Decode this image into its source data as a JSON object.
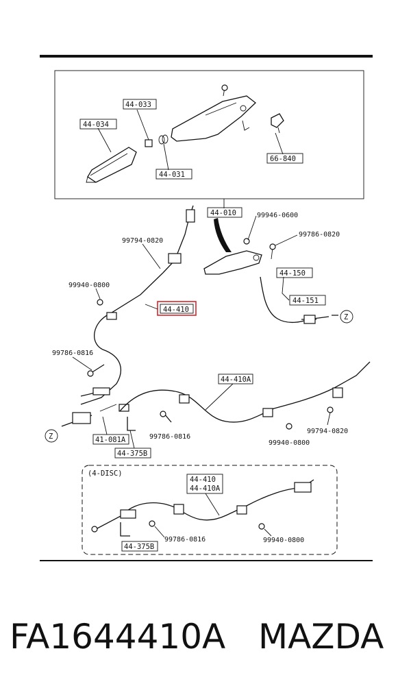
{
  "diagram": {
    "labels": {
      "p44_033": "44-033",
      "p44_034": "44-034",
      "p44_031": "44-031",
      "p66_840": "66-840",
      "p44_010": "44-010",
      "p99946_0600": "99946-0600",
      "p99786_0820": "99786-0820",
      "p99794_0820_a": "99794-0820",
      "p99940_0800_a": "99940-0800",
      "p44_410": "44-410",
      "p44_150": "44-150",
      "p44_151": "44-151",
      "p99786_0816_a": "99786-0816",
      "p44_410A": "44-410A",
      "p41_081A": "41-081A",
      "p44_375B_a": "44-375B",
      "p99786_0816_b": "99786-0816",
      "p99940_0800_b": "99940-0800",
      "p99794_0820_b": "99794-0820",
      "z_left": "Z",
      "z_right": "Z",
      "disc_note": "(4-DISC)",
      "p44_410_b": "44-410",
      "p44_410A_b": "44-410A",
      "p44_375B_b": "44-375B",
      "p99786_0816_c": "99786-0816",
      "p99940_0800_c": "99940-0800"
    },
    "highlight_color": "#d9262c"
  },
  "caption": {
    "part_number": "FA1644410A",
    "brand": "MAZDA"
  }
}
